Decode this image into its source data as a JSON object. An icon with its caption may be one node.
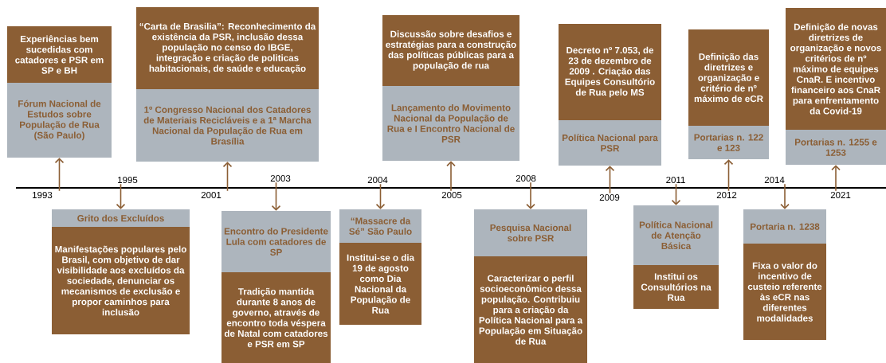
{
  "diagram": {
    "nodes": [
      {
        "text": [
          "Experiências bem sucedidas com catadores e PSR em SP e BH",
          "Fórum Nacional de Estudos sobre População de Rua (São Paulo)"
        ]
      },
      {
        "text": [
          "Grito dos Excluídos",
          "Manifestações populares pelo Brasil, com objetivo de dar visibilidade aos excluídos da sociedade, denunciar os mecanismos de exclusão e propor caminhos para inclusão"
        ]
      },
      {
        "text": [
          "“Carta de Brasilia”: Reconhecimento da existência da PSR, inclusão dessa população no censo do IBGE, integração e criação de politicas habitacionais, de saúde e educação",
          "1º Congresso Nacional dos Catadores de Materiais Recicláveis e a 1ª Marcha Nacional da População de Rua em Brasília"
        ]
      },
      {
        "text": [
          "Encontro do Presidente Lula com catadores de SP",
          "Tradição mantida durante 8 anos de governo, através de encontro toda véspera de Natal com catadores e PSR em SP"
        ]
      },
      {
        "text": [
          "“Massacre da Sé” São Paulo",
          "Institui-se o dia 19 de agosto como Dia Nacional da População de Rua"
        ]
      },
      {
        "text": [
          "Discussão sobre desafios e estratégias para a construção das políticas públicas para a população de rua",
          "Lançamento do Movimento Nacional da População de Rua e I Encontro Nacional de PSR"
        ]
      },
      {
        "text": [
          "Pesquisa Nacional sobre PSR",
          "Caracterizar o perfil socioeconômico dessa população. Contribuiu para a criação da Política Nacional para a População em Situação de Rua"
        ]
      },
      {
        "text": [
          "Decreto nº 7.053, de 23 de dezembro de 2009 . Criação das Equipes Consultório de Rua pelo MS",
          "Política Nacional para PSR"
        ]
      },
      {
        "text": [
          "Política Nacional de Atenção Básica",
          "Institui os Consultórios na Rua"
        ]
      },
      {
        "text": [
          "Definição das diretrizes e organização e critério de nº máximo de eCR",
          "Portarias n. 122 e 123"
        ]
      },
      {
        "text": [
          "Portaria n. 1238",
          "Fixa o valor do incentivo de custeio referente às eCR nas diferentes modalidades"
        ]
      },
      {
        "text": [
          "Definição de novas diretrizes de organização e novos critérios de nº máximo de equipes CnaR. E incentivo financeiro aos CnaR para enfrentamento da Covid-19",
          "Portarias n. 1255 e 1253"
        ]
      },
      {
        "text": [
          "1993"
        ]
      },
      {
        "text": [
          "1995"
        ]
      },
      {
        "text": [
          "2001"
        ]
      },
      {
        "text": [
          "2003"
        ]
      },
      {
        "text": [
          "2004"
        ]
      },
      {
        "text": [
          "2005"
        ]
      },
      {
        "text": [
          "2008"
        ]
      },
      {
        "text": [
          "2009"
        ]
      },
      {
        "text": [
          "2011"
        ]
      },
      {
        "text": [
          "2012"
        ]
      },
      {
        "text": [
          "2014"
        ]
      },
      {
        "text": [
          "2021"
        ]
      }
    ],
    "edges": [
      {
        "from": 12,
        "to": 0,
        "arrow": "to"
      },
      {
        "from": 13,
        "to": 1,
        "arrow": "to"
      },
      {
        "from": 14,
        "to": 2,
        "arrow": "to"
      },
      {
        "from": 15,
        "to": 3,
        "arrow": "to"
      },
      {
        "from": 16,
        "to": 4,
        "arrow": "to"
      },
      {
        "from": 17,
        "to": 5,
        "arrow": "to"
      },
      {
        "from": 18,
        "to": 6,
        "arrow": "to"
      },
      {
        "from": 19,
        "to": 7,
        "arrow": "to"
      },
      {
        "from": 20,
        "to": 8,
        "arrow": "to"
      },
      {
        "from": 21,
        "to": 9,
        "arrow": "to"
      },
      {
        "from": 22,
        "to": 10,
        "arrow": "to"
      },
      {
        "from": 23,
        "to": 11,
        "arrow": "to"
      }
    ]
  }
}
